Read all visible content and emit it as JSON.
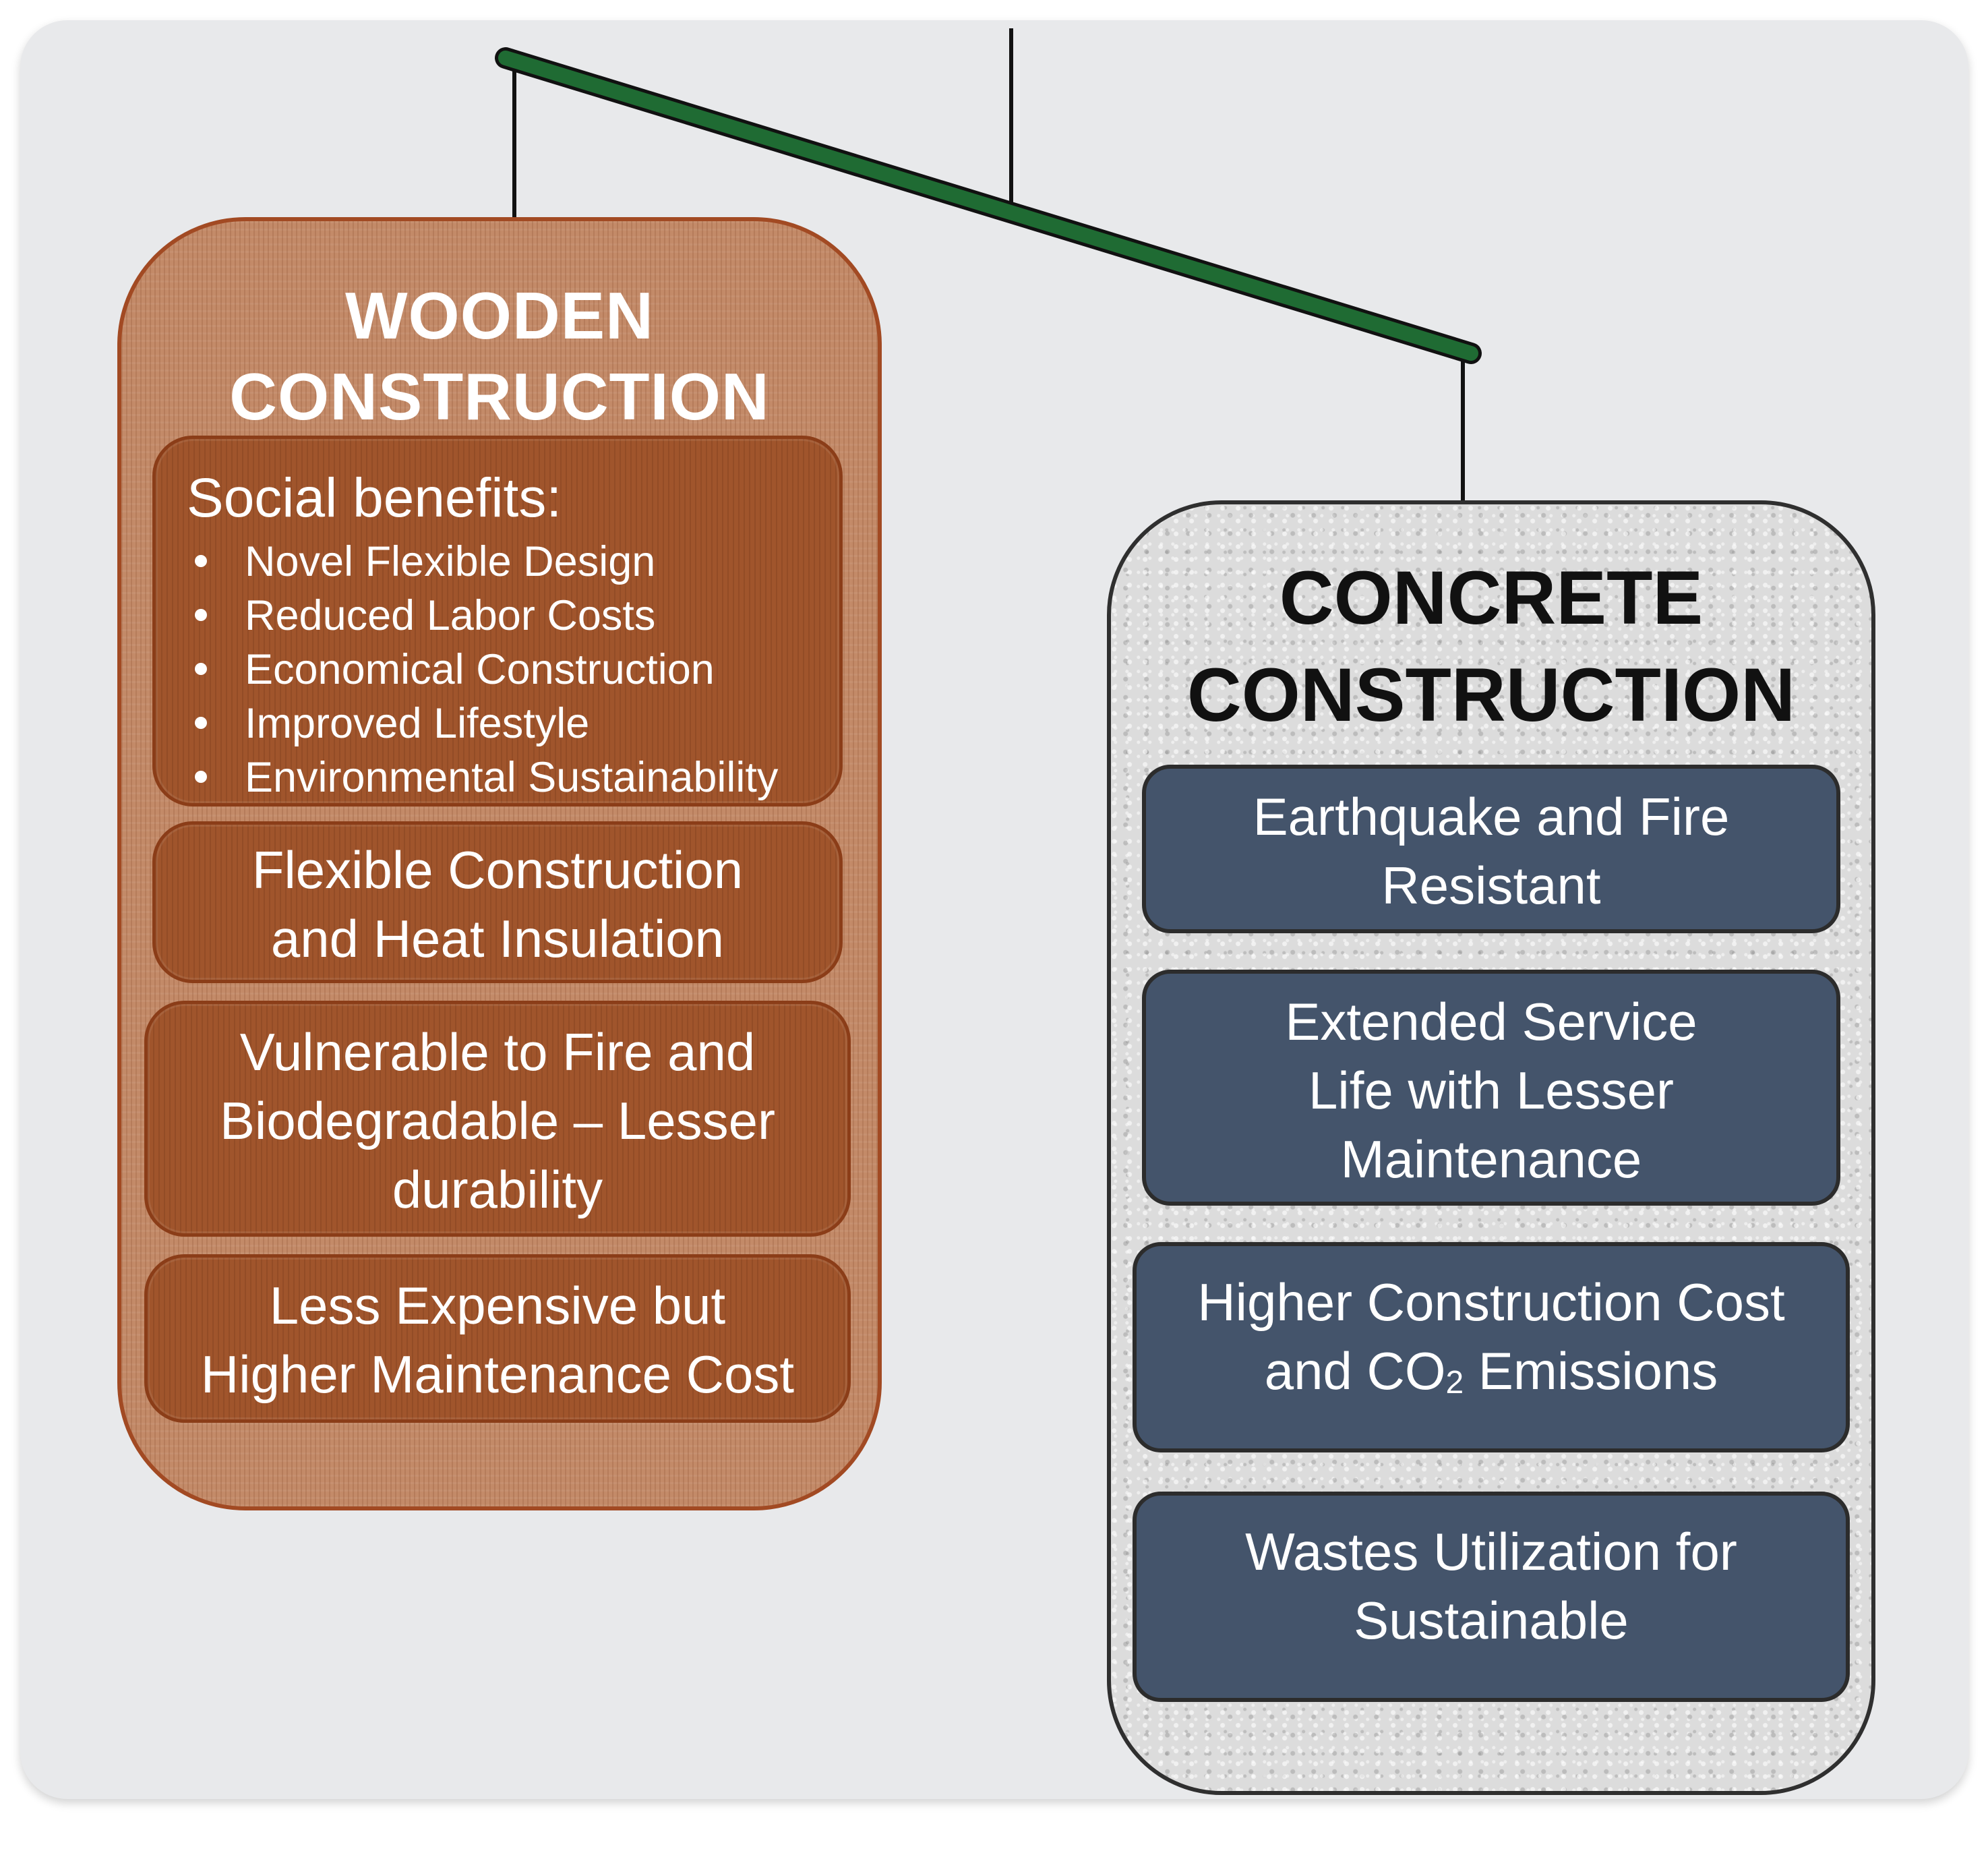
{
  "wooden": {
    "title_line1": "WOODEN",
    "title_line2": "CONSTRUCTION",
    "social": {
      "title": "Social benefits:",
      "items": [
        "Novel Flexible Design",
        "Reduced Labor Costs",
        "Economical Construction",
        "Improved Lifestyle",
        "Environmental Sustainability"
      ]
    },
    "boxes": [
      {
        "lines": [
          "Flexible Construction",
          "and Heat Insulation"
        ]
      },
      {
        "lines": [
          "Vulnerable to Fire and",
          "Biodegradable – Lesser",
          "durability"
        ]
      },
      {
        "lines": [
          "Less Expensive but",
          "Higher Maintenance Cost"
        ]
      }
    ]
  },
  "concrete": {
    "title_line1": "CONCRETE",
    "title_line2": "CONSTRUCTION",
    "boxes": [
      {
        "lines": [
          "Earthquake and Fire",
          "Resistant"
        ]
      },
      {
        "lines": [
          "Extended Service",
          "Life with Lesser",
          "Maintenance"
        ]
      },
      {
        "line1": "Higher Construction Cost",
        "line2_pre": "and CO",
        "line2_sub": "2",
        "line2_post": " Emissions"
      },
      {
        "lines": [
          "Wastes Utilization for",
          "Sustainable"
        ]
      }
    ]
  },
  "colors": {
    "beam": "#1f6b33",
    "wood_accent": "#a0552c",
    "concrete_box": "#44546b"
  }
}
